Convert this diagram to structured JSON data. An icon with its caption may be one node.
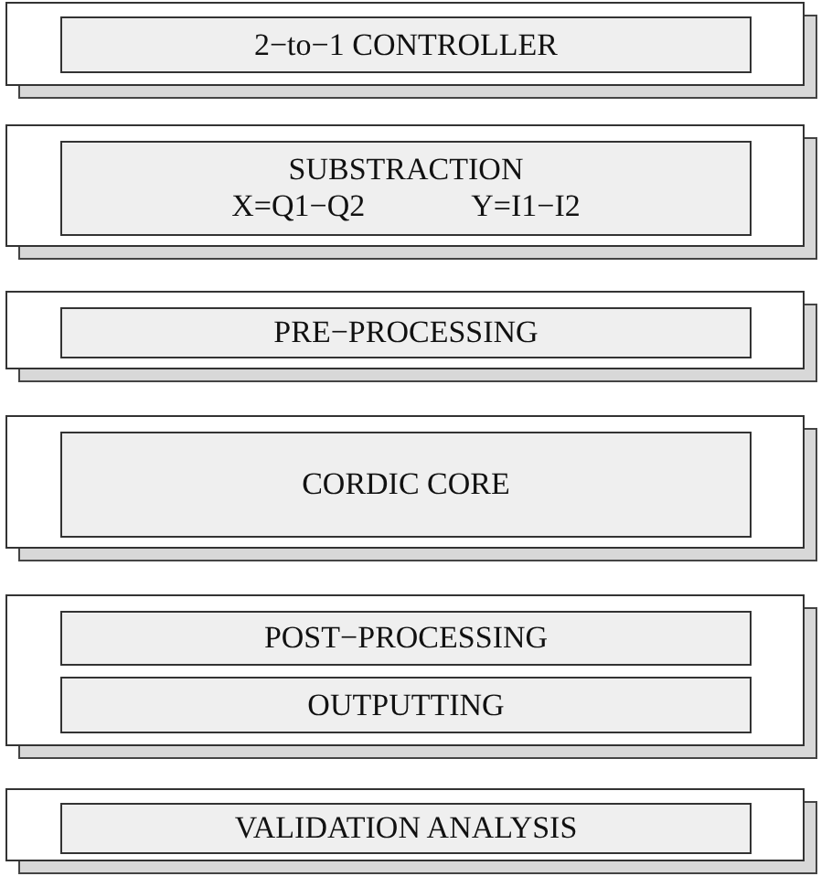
{
  "diagram": {
    "nodes": [
      {
        "text": [],
        "shape": "box"
      },
      {
        "text": [
          "2−to−1 CONTROLLER"
        ],
        "in": 0
      },
      {
        "text": [],
        "shape": "box"
      },
      {
        "text": [
          "SUBSTRACTION",
          "X=Q1−Q2",
          "Y=I1−I2"
        ],
        "in": 2
      },
      {
        "text": [],
        "shape": "box"
      },
      {
        "text": [
          "PRE−PROCESSING"
        ],
        "in": 4
      },
      {
        "text": [],
        "shape": "box"
      },
      {
        "text": [
          "CORDIC CORE"
        ],
        "in": 6
      },
      {
        "text": [],
        "shape": "box"
      },
      {
        "text": [
          "POST−PROCESSING"
        ],
        "in": 8
      },
      {
        "text": [
          "OUTPUTTING"
        ],
        "in": 8
      },
      {
        "text": [],
        "shape": "box"
      },
      {
        "text": [
          "VALIDATION ANALYSIS"
        ],
        "in": 11
      }
    ]
  }
}
